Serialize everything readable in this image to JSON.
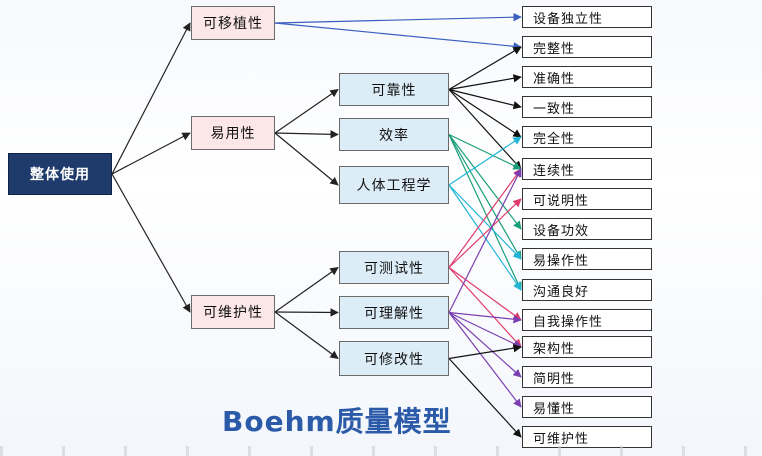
{
  "diagram": {
    "title": "Boehm质量模型",
    "root": {
      "label": "整体使用"
    },
    "level1": [
      {
        "id": "portability",
        "label": "可移植性"
      },
      {
        "id": "usability",
        "label": "易用性"
      },
      {
        "id": "maintainability",
        "label": "可维护性"
      }
    ],
    "level2": [
      {
        "id": "reliability",
        "label": "可靠性"
      },
      {
        "id": "efficiency",
        "label": "效率"
      },
      {
        "id": "ergonomics",
        "label": "人体工程学"
      },
      {
        "id": "testability",
        "label": "可测试性"
      },
      {
        "id": "understandability",
        "label": "可理解性"
      },
      {
        "id": "modifiability",
        "label": "可修改性"
      }
    ],
    "leaves": [
      {
        "id": "device-independence",
        "label": "设备独立性"
      },
      {
        "id": "integrity",
        "label": "完整性"
      },
      {
        "id": "accuracy",
        "label": "准确性"
      },
      {
        "id": "consistency",
        "label": "一致性"
      },
      {
        "id": "completeness",
        "label": "完全性"
      },
      {
        "id": "coherence",
        "label": "连续性"
      },
      {
        "id": "explainability",
        "label": "可说明性"
      },
      {
        "id": "device-efficiency",
        "label": "设备功效"
      },
      {
        "id": "operability",
        "label": "易操作性"
      },
      {
        "id": "communicativeness",
        "label": "沟通良好"
      },
      {
        "id": "self-operability",
        "label": "自我操作性"
      },
      {
        "id": "structuredness",
        "label": "架构性"
      },
      {
        "id": "conciseness",
        "label": "简明性"
      },
      {
        "id": "legibility",
        "label": "易懂性"
      },
      {
        "id": "maintainability-leaf",
        "label": "可维护性"
      }
    ],
    "edges": [
      {
        "from": "root",
        "to": "portability",
        "color": "#222222"
      },
      {
        "from": "root",
        "to": "usability",
        "color": "#222222"
      },
      {
        "from": "root",
        "to": "maintainability",
        "color": "#222222"
      },
      {
        "from": "usability",
        "to": "reliability",
        "color": "#222222"
      },
      {
        "from": "usability",
        "to": "efficiency",
        "color": "#222222"
      },
      {
        "from": "usability",
        "to": "ergonomics",
        "color": "#222222"
      },
      {
        "from": "maintainability",
        "to": "testability",
        "color": "#222222"
      },
      {
        "from": "maintainability",
        "to": "understandability",
        "color": "#222222"
      },
      {
        "from": "maintainability",
        "to": "modifiability",
        "color": "#222222"
      },
      {
        "from": "portability",
        "to": "device-independence",
        "color": "#3a5fbf"
      },
      {
        "from": "portability",
        "to": "integrity",
        "color": "#3a5fbf"
      },
      {
        "from": "reliability",
        "to": "integrity",
        "color": "#111111"
      },
      {
        "from": "reliability",
        "to": "accuracy",
        "color": "#111111"
      },
      {
        "from": "reliability",
        "to": "consistency",
        "color": "#111111"
      },
      {
        "from": "reliability",
        "to": "completeness",
        "color": "#111111"
      },
      {
        "from": "reliability",
        "to": "coherence",
        "color": "#111111"
      },
      {
        "from": "efficiency",
        "to": "coherence",
        "color": "#1a9e7a"
      },
      {
        "from": "efficiency",
        "to": "device-efficiency",
        "color": "#1a9e7a"
      },
      {
        "from": "efficiency",
        "to": "operability",
        "color": "#1a9e7a"
      },
      {
        "from": "efficiency",
        "to": "communicativeness",
        "color": "#1a9e7a"
      },
      {
        "from": "ergonomics",
        "to": "completeness",
        "color": "#22b6d6"
      },
      {
        "from": "ergonomics",
        "to": "communicativeness",
        "color": "#22b6d6"
      },
      {
        "from": "ergonomics",
        "to": "operability",
        "color": "#22b6d6"
      },
      {
        "from": "testability",
        "to": "explainability",
        "color": "#e03a6a"
      },
      {
        "from": "testability",
        "to": "coherence",
        "color": "#e03a6a"
      },
      {
        "from": "testability",
        "to": "self-operability",
        "color": "#e03a6a"
      },
      {
        "from": "testability",
        "to": "structuredness",
        "color": "#e03a6a"
      },
      {
        "from": "understandability",
        "to": "coherence",
        "color": "#7a3fb0"
      },
      {
        "from": "understandability",
        "to": "self-operability",
        "color": "#7a3fb0"
      },
      {
        "from": "understandability",
        "to": "structuredness",
        "color": "#7a3fb0"
      },
      {
        "from": "understandability",
        "to": "conciseness",
        "color": "#7a3fb0"
      },
      {
        "from": "understandability",
        "to": "legibility",
        "color": "#7a3fb0"
      },
      {
        "from": "modifiability",
        "to": "structuredness",
        "color": "#111111"
      },
      {
        "from": "modifiability",
        "to": "maintainability-leaf",
        "color": "#111111"
      }
    ]
  }
}
